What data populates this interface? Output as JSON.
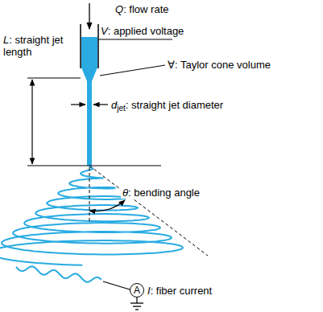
{
  "diagram": {
    "nodes": [
      {
        "text": [
          "A"
        ]
      }
    ],
    "labels": [
      "Q",
      ": flow rate",
      "V",
      ": applied voltage",
      "L",
      ": straight jet length",
      "∀",
      ": Taylor cone volume",
      "d",
      "jet",
      ": straight jet diameter",
      "θ",
      ": bending angle",
      "I",
      ": fiber current"
    ]
  }
}
